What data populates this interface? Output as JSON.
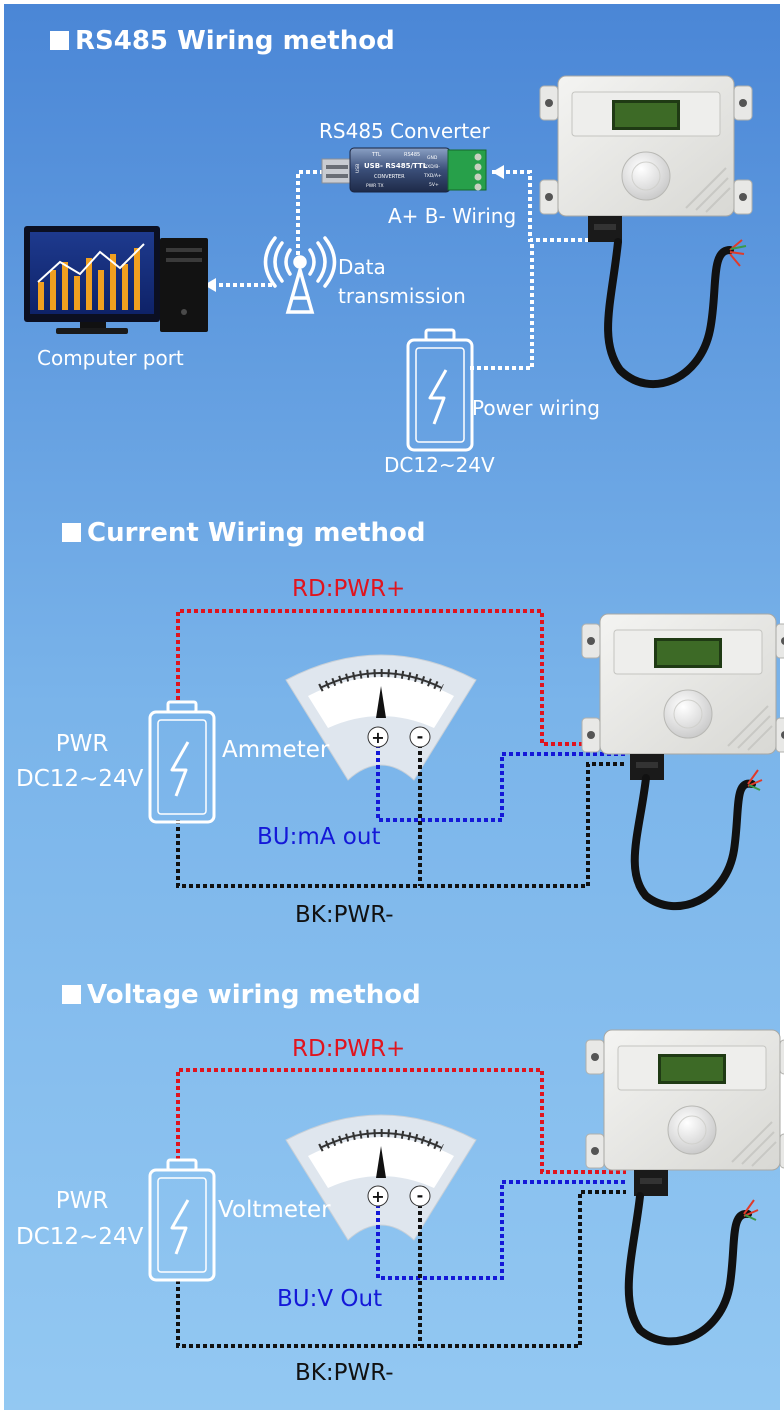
{
  "sections": {
    "rs485": {
      "title": "RS485 Wiring method",
      "converter_label": "RS485 Converter",
      "ab_wiring_label": "A+ B- Wiring",
      "data_label_1": "Data",
      "data_label_2": "transmission",
      "computer_label": "Computer port",
      "power_wiring_label": "Power wiring",
      "dc_label": "DC12~24V",
      "converter_print": {
        "line1": "USB- RS485/TTL",
        "line2": "CONVERTER",
        "ttl": "TTL",
        "rs485": "RS485",
        "pins": [
          "GND",
          "RXD/B-",
          "TXD/A+",
          "5V+"
        ],
        "pwr_tx": "PWR TX",
        "usb": "USB"
      }
    },
    "current": {
      "title": "Current Wiring method",
      "red_label": "RD:PWR+",
      "pwr_label": "PWR",
      "dc_label": "DC12~24V",
      "meter_label": "Ammeter",
      "blue_label": "BU:mA out",
      "black_label": "BK:PWR-",
      "plus": "+",
      "minus": "-"
    },
    "voltage": {
      "title": "Voltage wiring method",
      "red_label": "RD:PWR+",
      "pwr_label": "PWR",
      "dc_label": "DC12~24V",
      "meter_label": "Voltmeter",
      "blue_label": "BU:V Out",
      "black_label": "BK:PWR-",
      "plus": "+",
      "minus": "-"
    }
  },
  "colors": {
    "background_top": "#4a86d6",
    "background_bottom": "#8cc4f0",
    "wire_red": "#e0141e",
    "wire_blue": "#1418d8",
    "wire_black": "#111111",
    "wire_white": "#ffffff",
    "terminal_green": "#27a04a"
  },
  "icons": [
    "computer-monitor-icon",
    "tower-pc-icon",
    "radio-tower-icon",
    "battery-bolt-icon",
    "usb-converter-icon",
    "sensor-device-icon",
    "analog-meter-icon"
  ]
}
